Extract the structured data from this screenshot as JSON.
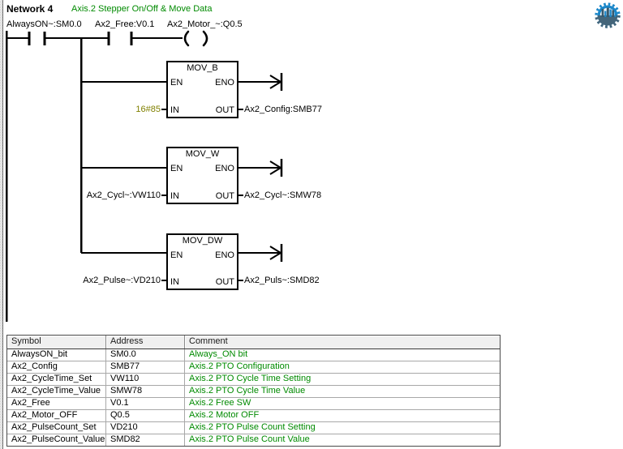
{
  "network": {
    "label": "Network 4",
    "title": "Axis.2 Stepper On/Off & Move Data"
  },
  "rung": {
    "contact1": "AlwaysON~:SM0.0",
    "contact2": "Ax2_Free:V0.1",
    "coil": "Ax2_Motor_~:Q0.5"
  },
  "pins": {
    "en": "EN",
    "eno": "ENO",
    "in": "IN",
    "out": "OUT"
  },
  "blocks": [
    {
      "title": "MOV_B",
      "input": "16#85",
      "output": "Ax2_Config:SMB77"
    },
    {
      "title": "MOV_W",
      "input": "Ax2_Cycl~:VW110",
      "output": "Ax2_Cycl~:SMW78"
    },
    {
      "title": "MOV_DW",
      "input": "Ax2_Pulse~:VD210",
      "output": "Ax2_Puls~:SMD82"
    }
  ],
  "symbol_table": {
    "headers": [
      "Symbol",
      "Address",
      "Comment"
    ],
    "rows": [
      {
        "symbol": "AlwaysON_bit",
        "address": "SM0.0",
        "comment": "Always_ON bit"
      },
      {
        "symbol": "Ax2_Config",
        "address": "SMB77",
        "comment": "Axis.2 PTO Configuration"
      },
      {
        "symbol": "Ax2_CycleTime_Set",
        "address": "VW110",
        "comment": "Axis.2 PTO Cycle Time Setting"
      },
      {
        "symbol": "Ax2_CycleTime_Value",
        "address": "SMW78",
        "comment": "Axis.2 PTO Cycle Time Value"
      },
      {
        "symbol": "Ax2_Free",
        "address": "V0.1",
        "comment": "Axis.2 Free SW"
      },
      {
        "symbol": "Ax2_Motor_OFF",
        "address": "Q0.5",
        "comment": "Axis.2 Motor OFF"
      },
      {
        "symbol": "Ax2_PulseCount_Set",
        "address": "VD210",
        "comment": "Axis.2 PTO Pulse Count Setting"
      },
      {
        "symbol": "Ax2_PulseCount_Value",
        "address": "SMD82",
        "comment": "Axis.2 PTO Pulse Count Value"
      }
    ]
  },
  "icons": {
    "logo": "gear-city-logo"
  },
  "colors": {
    "comment_green": "#008a00",
    "constant_olive": "#808000",
    "logo_blue": "#1b87c9",
    "logo_slate": "#44657a"
  }
}
